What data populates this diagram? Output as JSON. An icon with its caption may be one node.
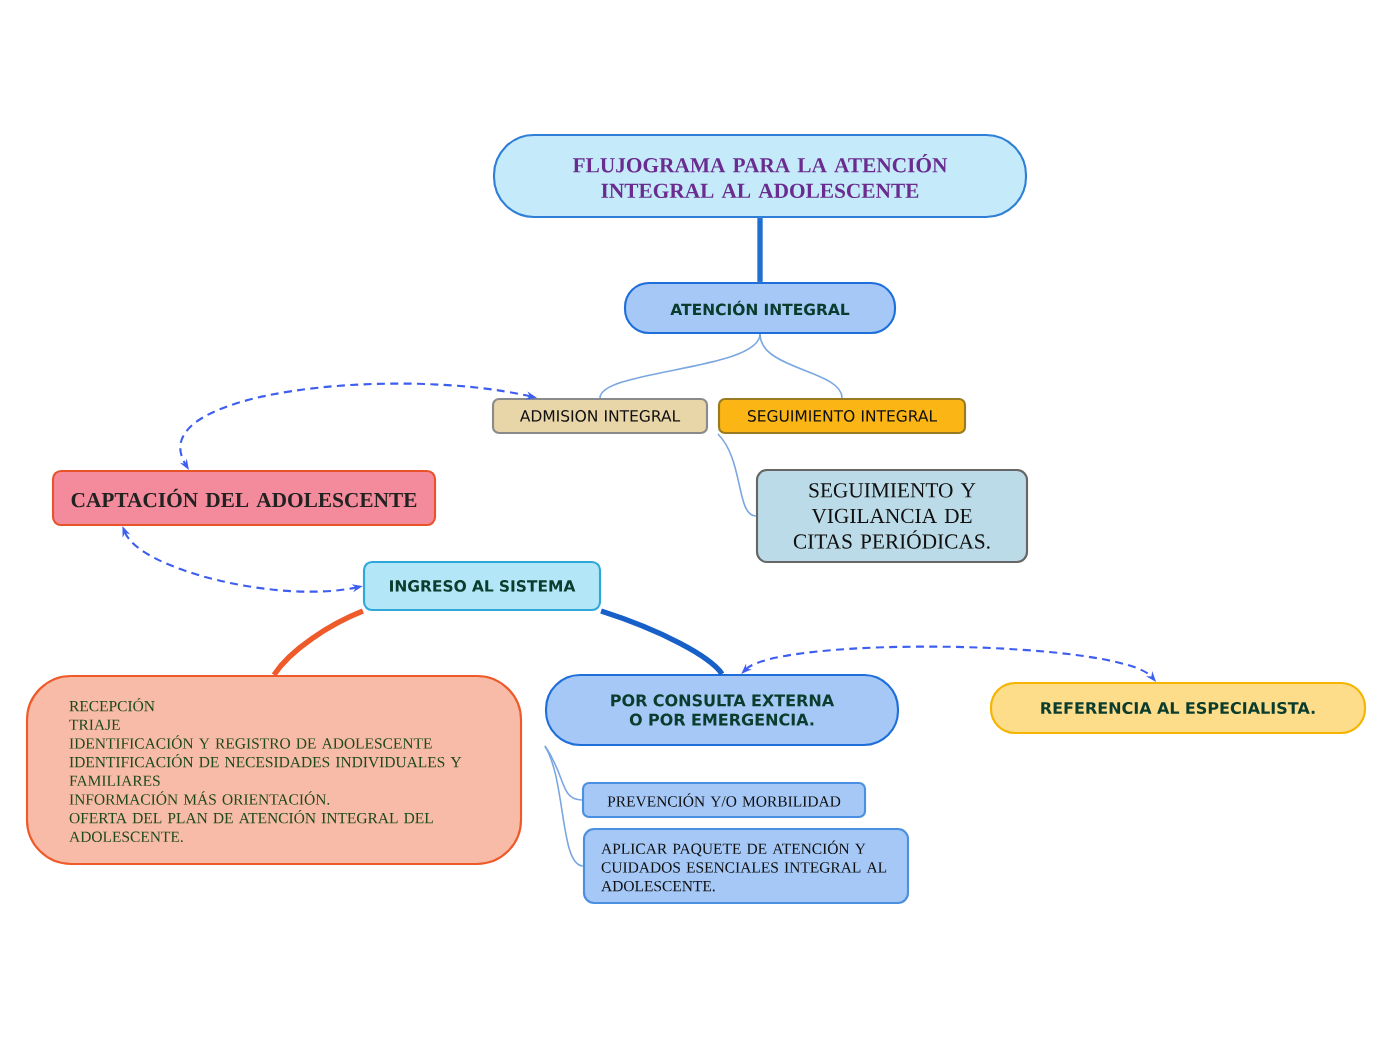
{
  "diagram": {
    "nodes": [
      {
        "text": [
          "FLUJOGRAMA PARA LA ATENCIÓN INTEGRAL AL ADOLESCENTE"
        ]
      },
      {
        "text": [
          "ATENCIÓN INTEGRAL"
        ]
      },
      {
        "text": [
          "ADMISION INTEGRAL"
        ]
      },
      {
        "text": [
          "SEGUIMIENTO INTEGRAL"
        ]
      },
      {
        "text": [
          "SEGUIMIENTO Y VIGILANCIA DE CITAS PERIÓDICAS."
        ]
      },
      {
        "text": [
          "CAPTACIÓN DEL ADOLESCENTE"
        ]
      },
      {
        "text": [
          "INGRESO AL SISTEMA"
        ]
      },
      {
        "text": [
          "RECEPCIÓN",
          "TRIAJE",
          "IDENTIFICACIÓN Y REGISTRO DE ADOLESCENTE",
          "IDENTIFICACIÓN DE NECESIDADES INDIVIDUALES Y FAMILIARES",
          "INFORMACIÓN MÁS ORIENTACIÓN.",
          "OFERTA DEL PLAN DE ATENCIÓN INTEGRAL DEL ADOLESCENTE."
        ]
      },
      {
        "text": [
          "POR CONSULTA EXTERNA O POR EMERGENCIA."
        ]
      },
      {
        "text": [
          "PREVENCIÓN Y/O MORBILIDAD"
        ]
      },
      {
        "text": [
          "APLICAR PAQUETE DE ATENCIÓN Y CUIDADOS ESENCIALES INTEGRAL AL ADOLESCENTE."
        ]
      },
      {
        "text": [
          "REFERENCIA AL ESPECIALISTA."
        ]
      }
    ],
    "edges": [
      {
        "from": 0,
        "to": 1,
        "arrow": "none",
        "style": "thick",
        "color": "#1f6fd0"
      },
      {
        "from": 1,
        "to": 2,
        "arrow": "none"
      },
      {
        "from": 1,
        "to": 3,
        "arrow": "none"
      },
      {
        "from": 3,
        "to": 4,
        "arrow": "none"
      },
      {
        "from": 2,
        "to": 5,
        "arrow": "both",
        "style": "dashed",
        "color": "#3d5ef0"
      },
      {
        "from": 5,
        "to": 6,
        "arrow": "both",
        "style": "dashed",
        "color": "#3d5ef0"
      },
      {
        "from": 6,
        "to": 7,
        "arrow": "none",
        "style": "thick",
        "color": "#ef5a2a"
      },
      {
        "from": 6,
        "to": 8,
        "arrow": "none",
        "style": "thick",
        "color": "#1660c8"
      },
      {
        "from": 8,
        "to": 11,
        "arrow": "both",
        "style": "dashed",
        "color": "#3d5ef0"
      },
      {
        "from": 8,
        "to": 9,
        "arrow": "none"
      },
      {
        "from": 8,
        "to": 10,
        "arrow": "none"
      }
    ]
  }
}
